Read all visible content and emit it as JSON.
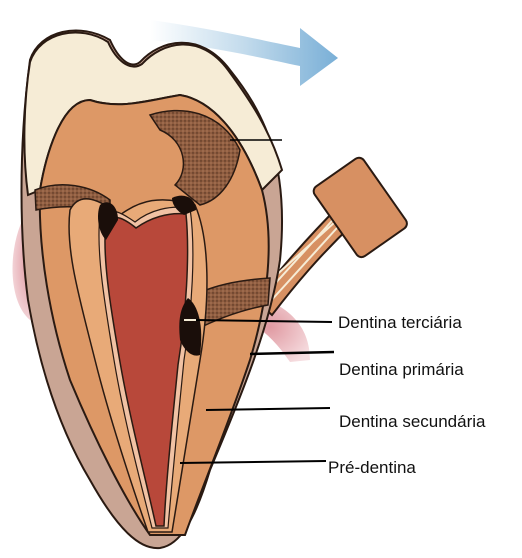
{
  "labels": {
    "tertiary_dentin": "Dentina terciária",
    "primary_dentin": "Dentina primária",
    "secondary_dentin": "Dentina secundária",
    "predentin": "Pré-dentina"
  },
  "colors": {
    "enamel": "#f6ecd6",
    "dentin": "#dd9866",
    "dentin_light": "#e8aa78",
    "pulp": "#b8483a",
    "predentin": "#f1c2a4",
    "reparative": "#8f5d40",
    "dark_dentin": "#1a0e0a",
    "gum": "#e4aeb2",
    "outline": "#2a1a12",
    "arrow": "#7fb3d8"
  }
}
